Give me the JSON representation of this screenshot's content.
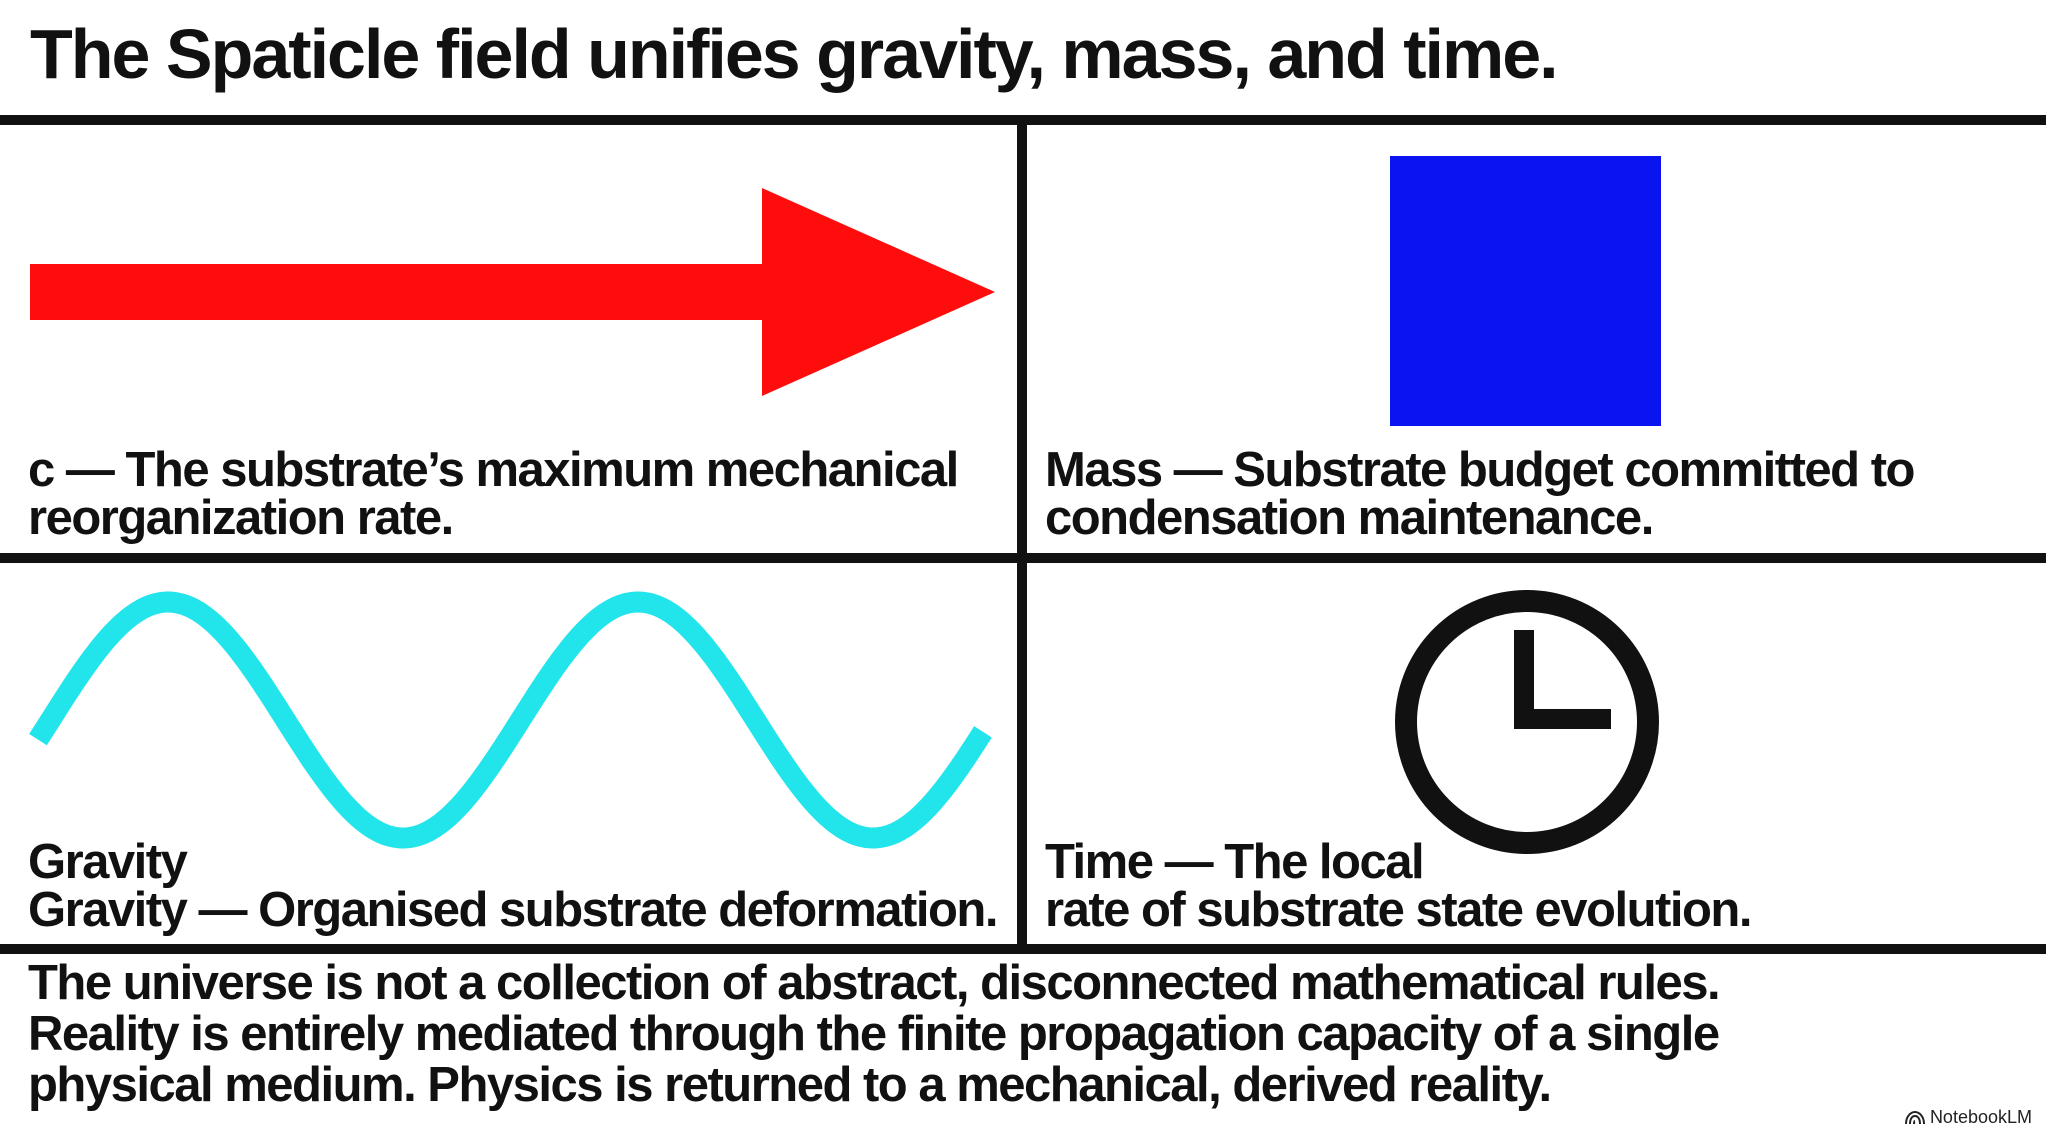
{
  "title": "The Spaticle field unifies gravity, mass, and time.",
  "panels": {
    "speed": {
      "icon": "red-arrow-icon",
      "caption_line1": "c — The substrate’s maximum mechanical",
      "caption_line2": "reorganization rate."
    },
    "mass": {
      "icon": "blue-square-icon",
      "caption_line1": "Mass — Substrate budget committed to",
      "caption_line2": "condensation maintenance."
    },
    "gravity": {
      "icon": "sine-wave-icon",
      "caption_line1": "Gravity",
      "caption_line2": "Gravity — Organised substrate deformation."
    },
    "time": {
      "icon": "clock-icon",
      "caption_line1": "Time — The local",
      "caption_line2": "rate of substrate state evolution."
    }
  },
  "footer": {
    "line1": "The universe is not a collection of abstract, disconnected mathematical rules.",
    "line2": "Reality is entirely mediated through the finite propagation capacity of a single",
    "line3": "physical medium. Physics is returned to a mechanical, derived reality."
  },
  "brand": {
    "icon": "notebooklm-logo-icon",
    "label": "NotebookLM"
  },
  "colors": {
    "arrow": "#ff0c0c",
    "square": "#0a14f0",
    "wave": "#22e5ec",
    "ink": "#111111"
  }
}
